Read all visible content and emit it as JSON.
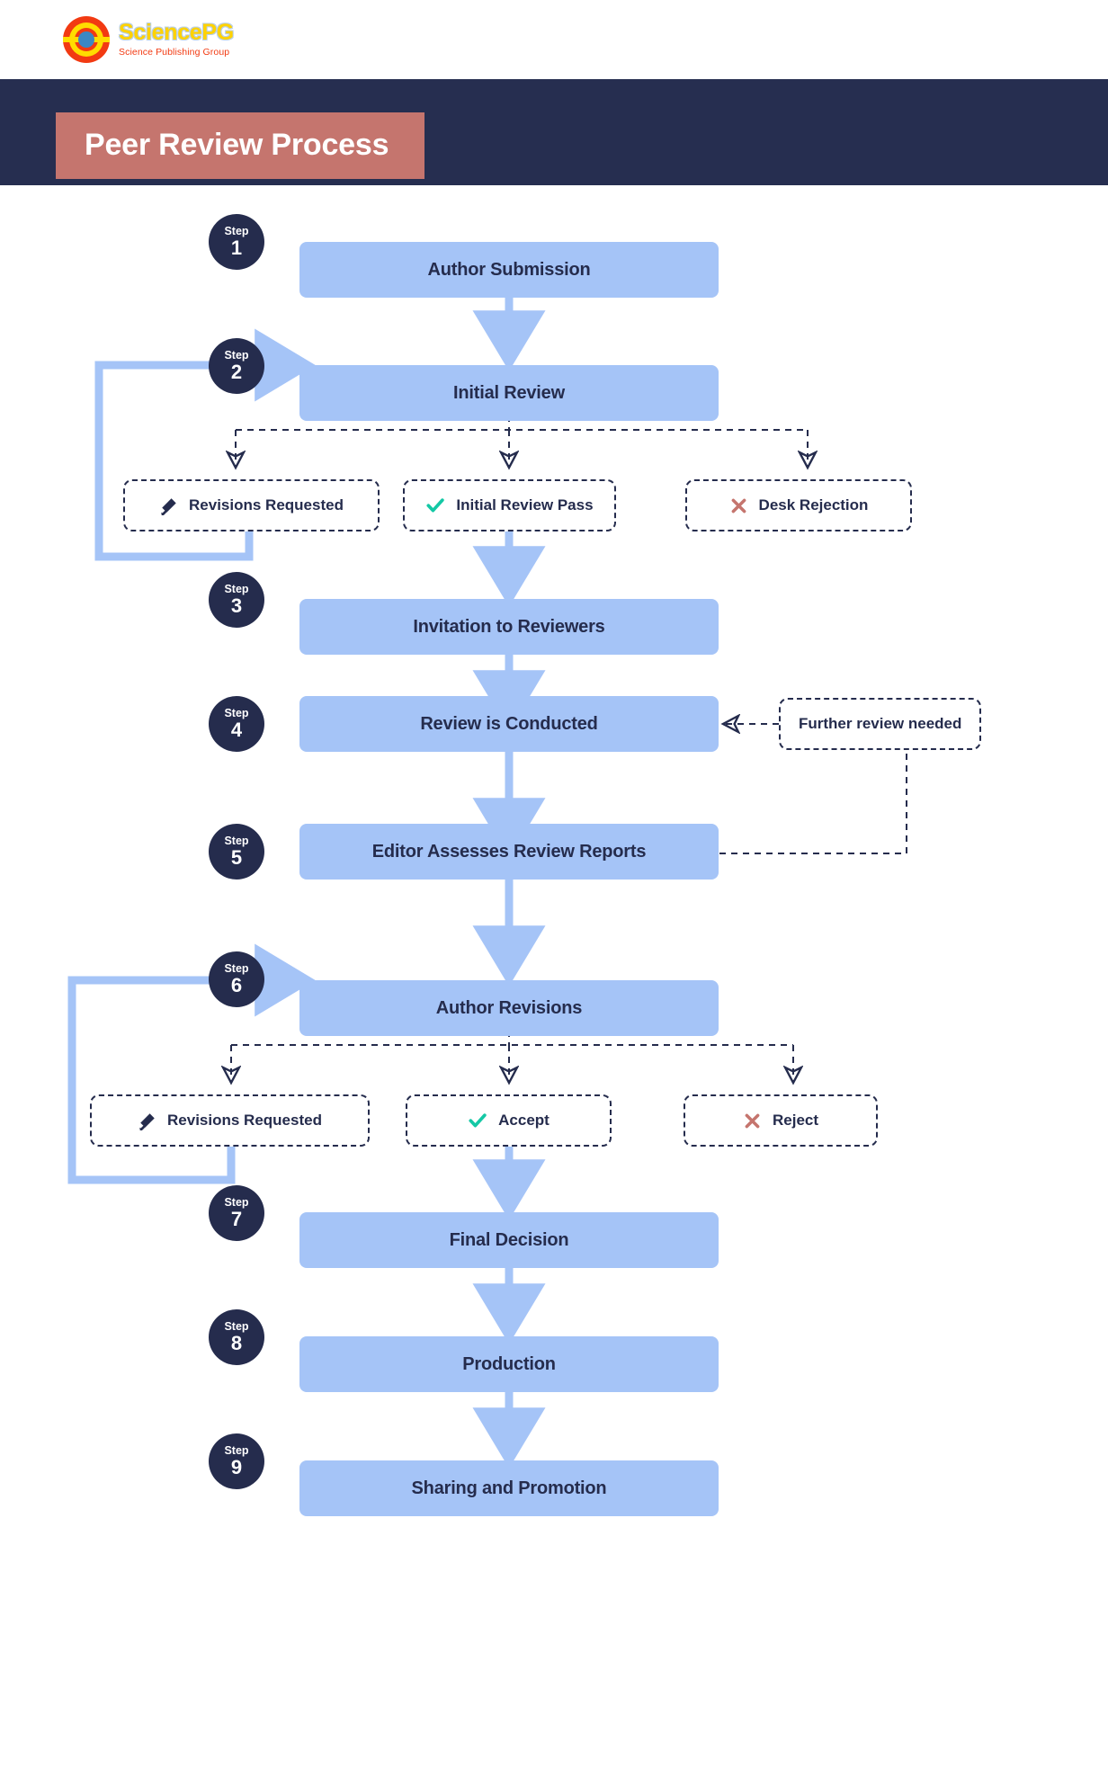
{
  "brand": {
    "name": "SciencePG",
    "tagline": "Science Publishing Group",
    "logo_icon": "sciencepg-circle-logo"
  },
  "header": {
    "title": "Peer Review Process",
    "band_color": "#262e50",
    "title_box_color": "#c5756e"
  },
  "theme": {
    "step_box_fill": "#a5c4f7",
    "step_badge_fill": "#252c4d",
    "text_dark": "#252c4d",
    "arrow_blue": "#a5c4f7",
    "accept_green": "#14c8a5",
    "reject_red": "#c5756e",
    "dashed_border": "#252c4d"
  },
  "steps": [
    {
      "badge_label": "Step",
      "number": "1",
      "title": "Author Submission"
    },
    {
      "badge_label": "Step",
      "number": "2",
      "title": "Initial Review"
    },
    {
      "badge_label": "Step",
      "number": "3",
      "title": "Invitation to Reviewers"
    },
    {
      "badge_label": "Step",
      "number": "4",
      "title": "Review is Conducted"
    },
    {
      "badge_label": "Step",
      "number": "5",
      "title": "Editor Assesses Review Reports"
    },
    {
      "badge_label": "Step",
      "number": "6",
      "title": "Author Revisions"
    },
    {
      "badge_label": "Step",
      "number": "7",
      "title": "Final Decision"
    },
    {
      "badge_label": "Step",
      "number": "8",
      "title": "Production"
    },
    {
      "badge_label": "Step",
      "number": "9",
      "title": "Sharing and Promotion"
    }
  ],
  "decisions_row1": [
    {
      "label": "Revisions Requested",
      "icon": "pencil-icon"
    },
    {
      "label": "Initial Review Pass",
      "icon": "check-icon"
    },
    {
      "label": "Desk Rejection",
      "icon": "cross-icon"
    }
  ],
  "decisions_row2": [
    {
      "label": "Revisions Requested",
      "icon": "pencil-icon"
    },
    {
      "label": "Accept",
      "icon": "check-icon"
    },
    {
      "label": "Reject",
      "icon": "cross-icon"
    }
  ],
  "side_notes": [
    {
      "label": "Further review needed"
    }
  ]
}
